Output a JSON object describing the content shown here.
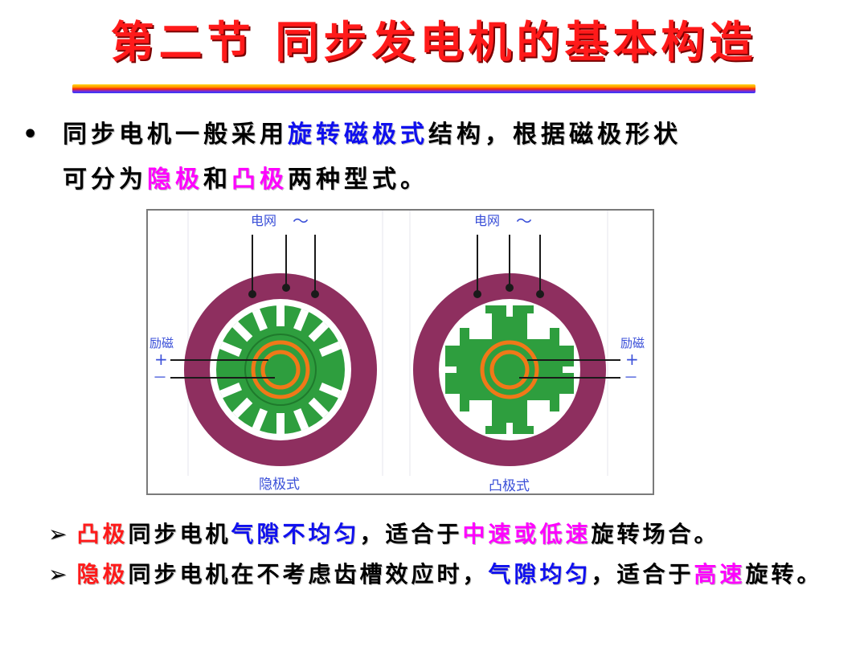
{
  "title": "第二节 同步发电机的基本构造",
  "intro": {
    "bullet": "•",
    "line1_a": "同步电机一般采用",
    "line1_b": "旋转磁极式",
    "line1_c": "结构，根据磁极形状",
    "line2_a": "可分为",
    "line2_b": "隐极",
    "line2_c": "和",
    "line2_d": "凸极",
    "line2_e": "两种型式。"
  },
  "figure": {
    "grid_label": "电网",
    "grid_symbol": "～",
    "excitation_label": "励磁",
    "plus": "+",
    "minus": "－",
    "left_caption": "隐极式",
    "right_caption": "凸极式",
    "colors": {
      "stator": "#8e2f5f",
      "rotor": "#2e9e3e",
      "rotor_dark": "#1f7a2c",
      "coil": "#f07818",
      "wire": "#1a1a1a",
      "label_blue": "#3a4fd8"
    }
  },
  "notes": {
    "arrow": "➢",
    "n1_a": "凸极",
    "n1_b": "同步电机",
    "n1_c": "气隙不均匀",
    "n1_d": "，适合于",
    "n1_e": "中速或低速",
    "n1_f": "旋转场合。",
    "n2_a": "隐极",
    "n2_b": "同步电机在不考虑齿槽效应时，",
    "n2_c": "气隙均匀",
    "n2_d": "，适合于",
    "n2_e": "高速",
    "n2_f": "旋转。"
  }
}
